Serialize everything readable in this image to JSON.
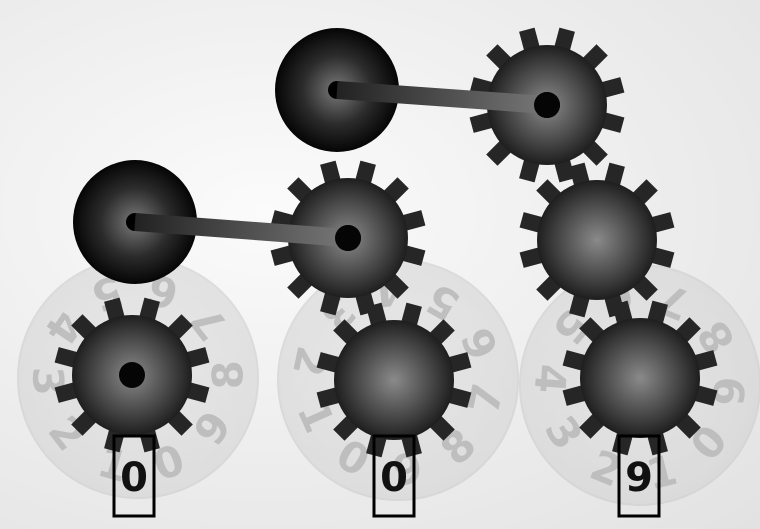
{
  "puzzle": {
    "readouts": [
      {
        "name": "left",
        "value": "0"
      },
      {
        "name": "middle",
        "value": "0"
      },
      {
        "name": "right",
        "value": "9"
      }
    ],
    "dial_digits": [
      "0",
      "1",
      "2",
      "3",
      "4",
      "5",
      "6",
      "7",
      "8",
      "9"
    ],
    "colors": {
      "gear_dark": "#1e1e1e",
      "gear_light": "#8a8a8a",
      "axle": "#050505",
      "dial_face": "#d9d9d9",
      "digit": "#b9b9b9",
      "readout_border": "#000000"
    }
  }
}
